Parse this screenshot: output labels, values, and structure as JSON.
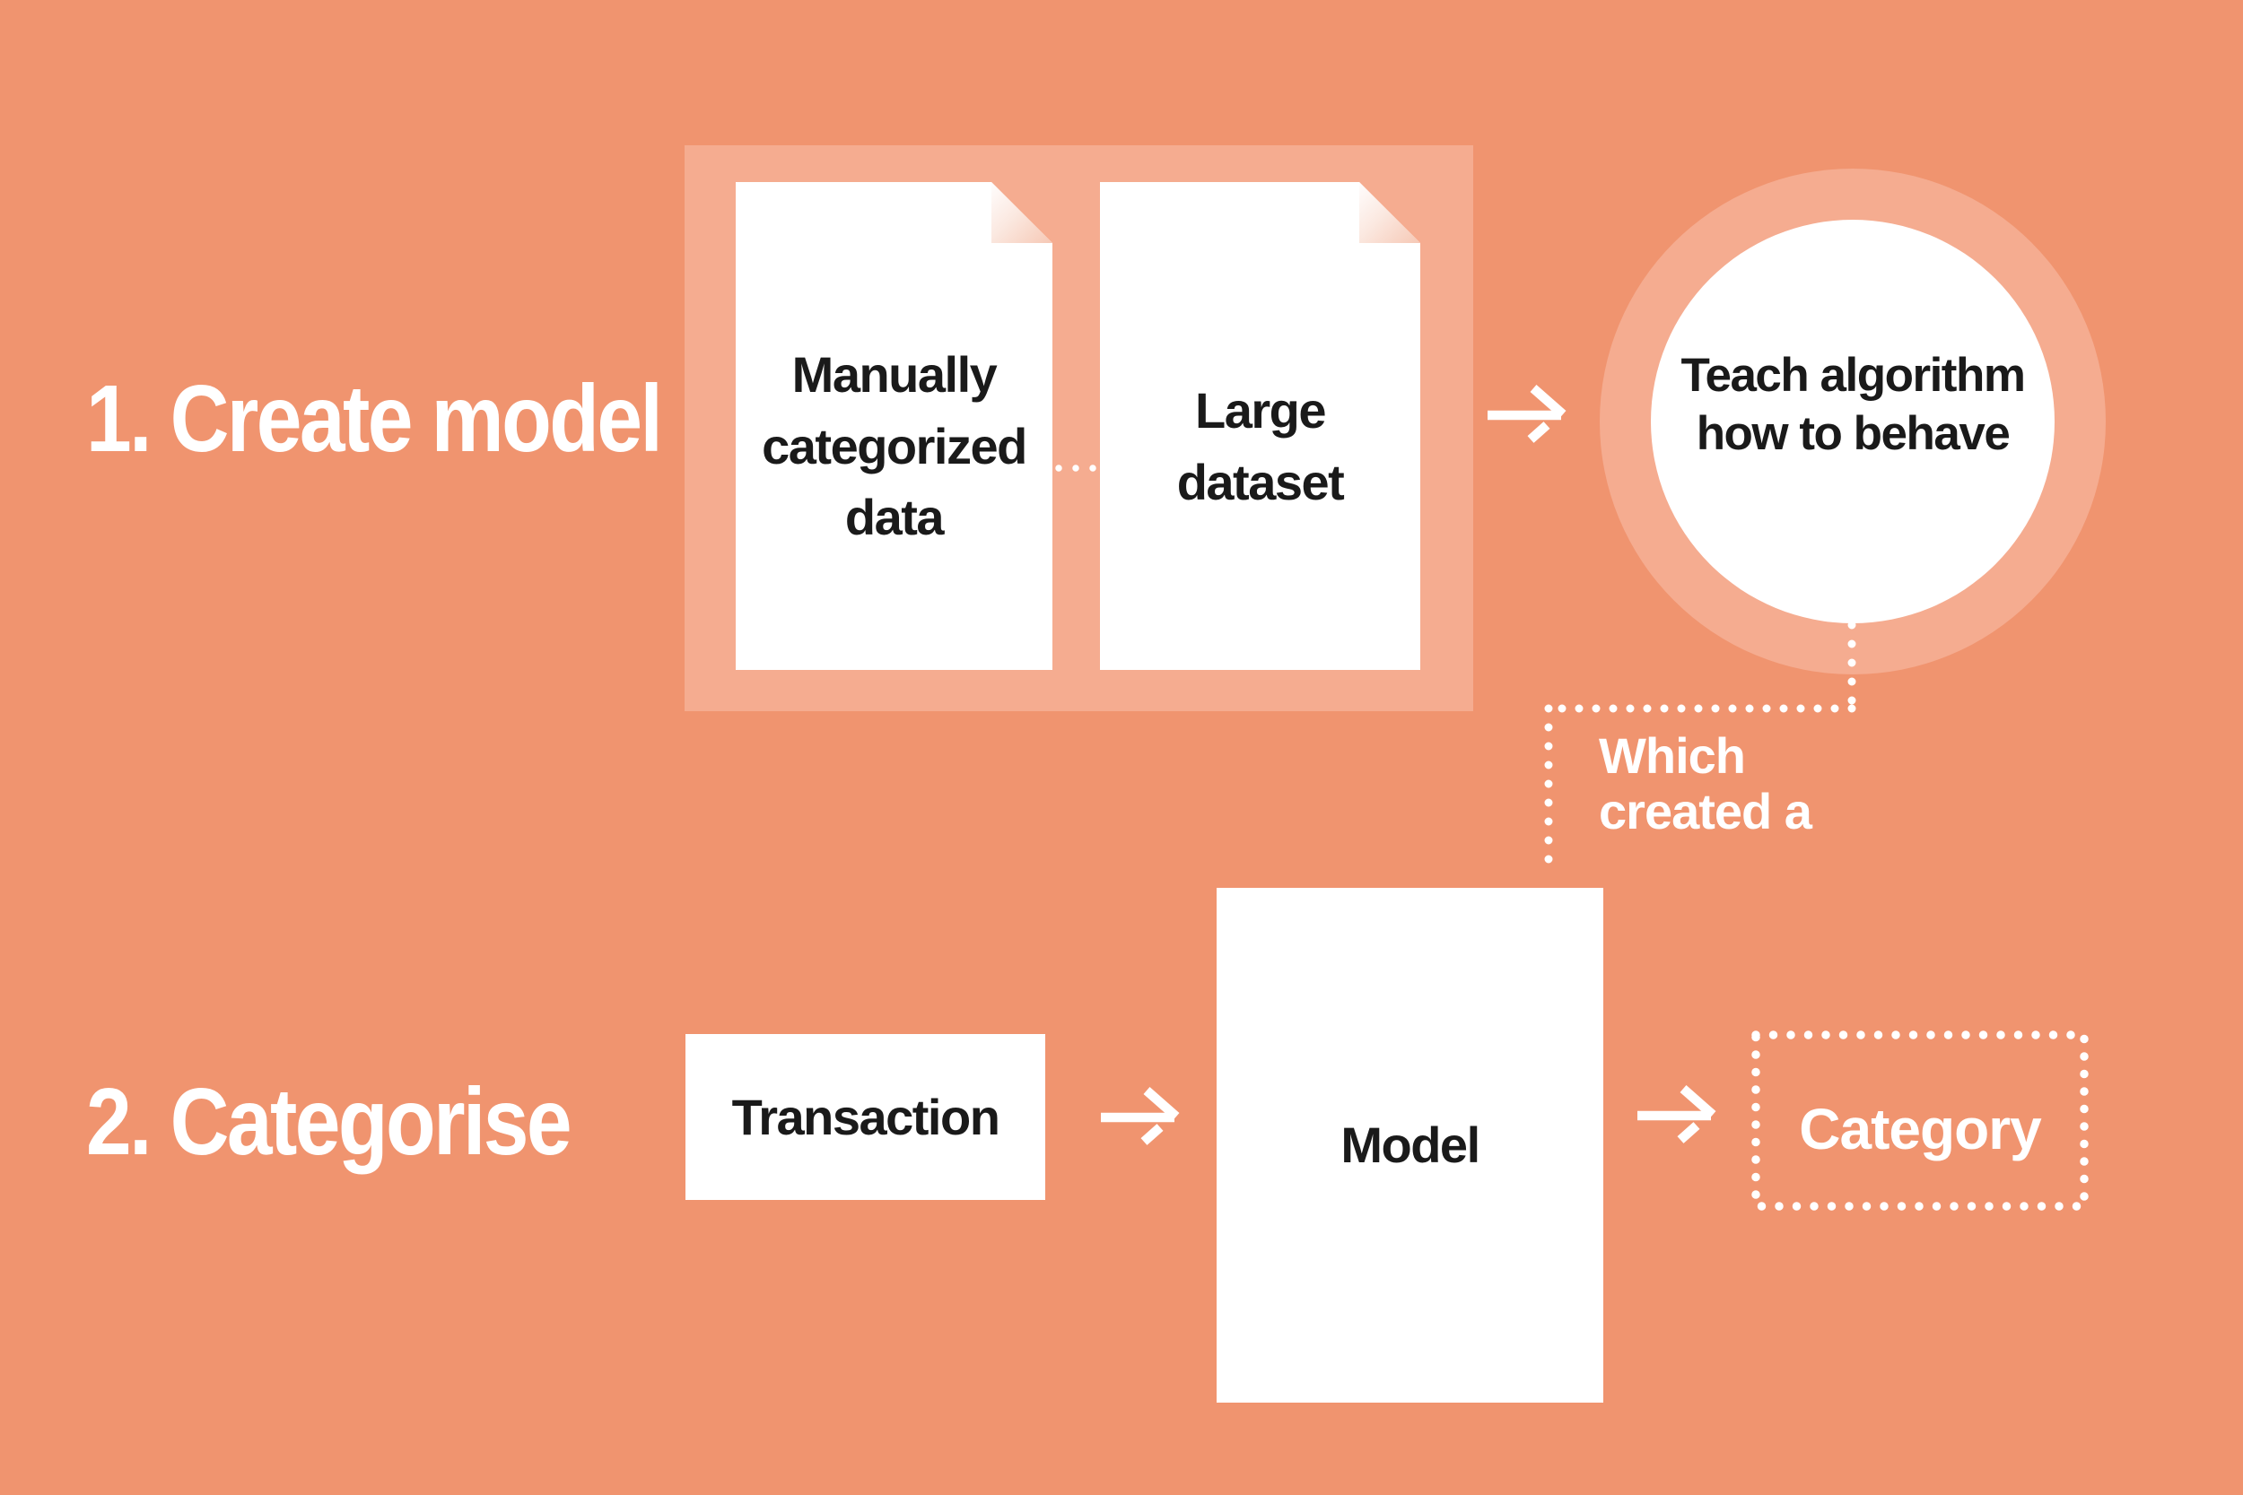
{
  "colors": {
    "background": "#F0946F",
    "panel": "#F5AC90",
    "card": "#FFFFFF",
    "ink": "#1A1A1A",
    "light_text": "#FFFFFF"
  },
  "step_create": {
    "title": "1. Create model",
    "documents": [
      {
        "lines": [
          "Manually",
          "categorized",
          "data"
        ]
      },
      {
        "lines": [
          "Large",
          "dataset"
        ]
      }
    ],
    "bubble_lines": [
      "Teach algorithm",
      "how to behave"
    ],
    "connector_lines": [
      "Which",
      "created a"
    ]
  },
  "step_categorise": {
    "title": "2. Categorise",
    "transaction_label": "Transaction",
    "model_label": "Model",
    "category_label": "Category"
  },
  "icons": {
    "arrow": "arrow-right"
  }
}
